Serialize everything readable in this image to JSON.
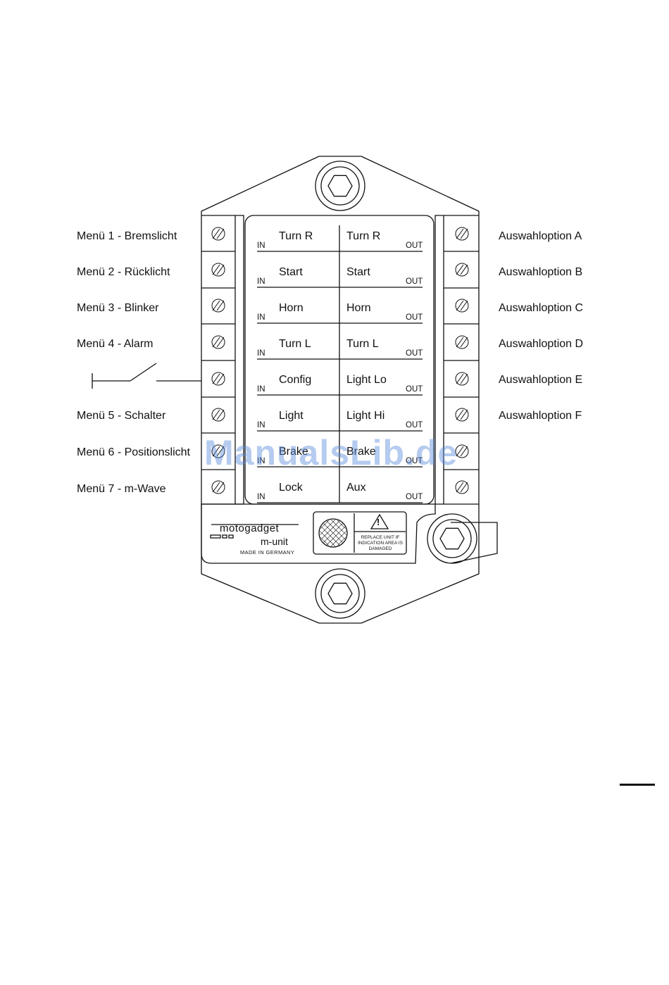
{
  "left_labels": [
    "Menü 1 - Bremslicht",
    "Menü 2 - Rücklicht",
    "Menü 3 - Blinker",
    "Menü 4 - Alarm",
    "",
    "Menü 5 - Schalter",
    "Menü 6 - Positionslicht",
    "Menü 7 - m-Wave"
  ],
  "right_labels": [
    "Auswahloption A",
    "Auswahloption B",
    "Auswahloption C",
    "Auswahloption D",
    "Auswahloption E",
    "Auswahloption F"
  ],
  "rows": [
    {
      "in": "Turn R",
      "out": "Turn R"
    },
    {
      "in": "Start",
      "out": "Start"
    },
    {
      "in": "Horn",
      "out": "Horn"
    },
    {
      "in": "Turn L",
      "out": "Turn L"
    },
    {
      "in": "Config",
      "out": "Light Lo"
    },
    {
      "in": "Light",
      "out": "Light Hi"
    },
    {
      "in": "Brake",
      "out": "Brake"
    },
    {
      "in": "Lock",
      "out": "Aux"
    }
  ],
  "in_label": "IN",
  "out_label": "OUT",
  "brand": {
    "name": "motogadget",
    "product": "m-unit",
    "origin": "MADE IN GERMANY"
  },
  "warning": {
    "symbol": "!",
    "text": "REPLACE UNIT IF INDICATION AREA IS DAMAGED"
  },
  "watermark": "ManualsLib.de",
  "icons": {
    "screw": "screw-head-icon",
    "hex": "hex-bolt-icon",
    "switch": "switch-symbol-icon",
    "warning": "warning-triangle-icon"
  }
}
